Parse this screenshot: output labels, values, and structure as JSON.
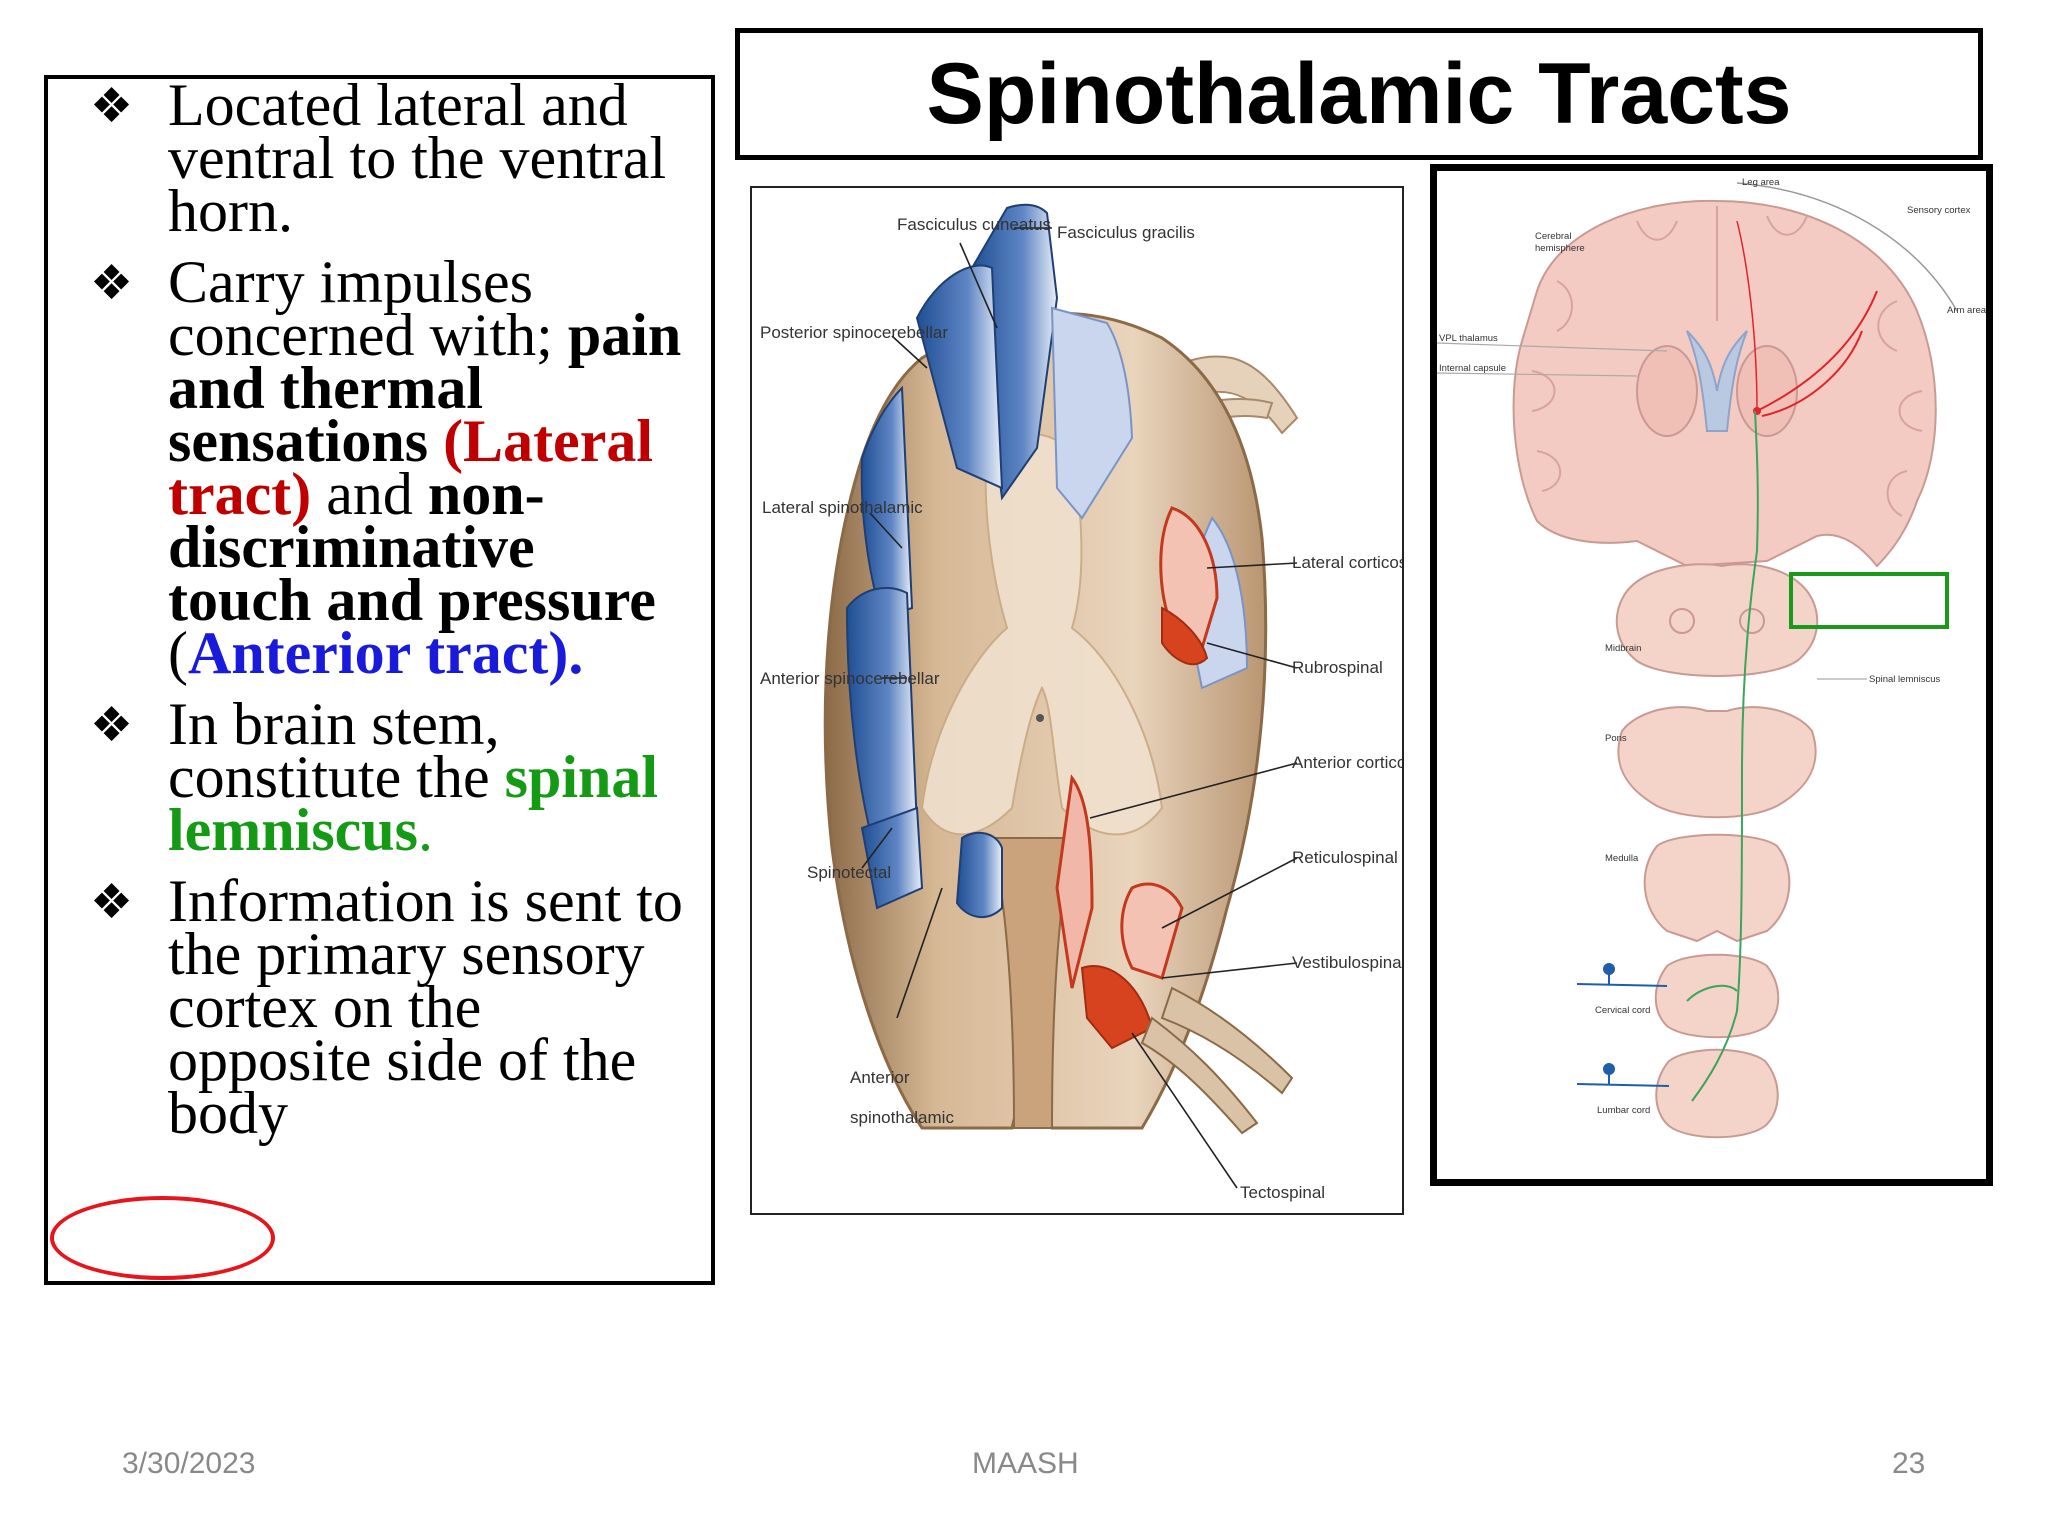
{
  "title": "Spinothalamic Tracts",
  "bullets": [
    {
      "segments": [
        {
          "text": "Located lateral and ventral to the ventral horn.",
          "style": "normal"
        }
      ]
    },
    {
      "segments": [
        {
          "text": "Carry impulses concerned with; ",
          "style": "normal"
        },
        {
          "text": "pain and thermal sensations ",
          "style": "bold"
        },
        {
          "text": "(Lateral tract)",
          "style": "bold-red"
        },
        {
          "text": " and ",
          "style": "normal"
        },
        {
          "text": "non-discriminative touch and pressure ",
          "style": "bold"
        },
        {
          "text": "(",
          "style": "normal"
        },
        {
          "text": "Anterior tract).",
          "style": "bold-blue"
        }
      ]
    },
    {
      "segments": [
        {
          "text": "In brain stem, constitute the ",
          "style": "normal"
        },
        {
          "text": "spinal lemniscus",
          "style": "bold-green"
        },
        {
          "text": ".",
          "style": "green"
        }
      ]
    },
    {
      "segments": [
        {
          "text": "Information is sent to the primary sensory cortex on the opposite side of the body",
          "style": "normal"
        }
      ]
    }
  ],
  "bullet_symbol": "❖",
  "spinal_cord_labels": {
    "fasciculus_cuneatus": "Fasciculus cuneatus",
    "fasciculus_gracilis": "Fasciculus gracilis",
    "posterior_spinocerebellar": "Posterior spinocerebellar",
    "lateral_spinothalamic": "Lateral spinothalamic",
    "anterior_spinocerebellar": "Anterior spinocerebellar",
    "spinotectal": "Spinotectal",
    "anterior_spinothalamic_1": "Anterior",
    "anterior_spinothalamic_2": "spinothalamic",
    "lateral_corticospinal": "Lateral corticospinal",
    "rubrospinal": "Rubrospinal",
    "anterior_corticospinal": "Anterior corticospinal",
    "reticulospinal": "Reticulospinal",
    "vestibulospinal": "Vestibulospinal",
    "tectospinal": "Tectospinal"
  },
  "pathway_labels": {
    "leg_area": "Leg area",
    "sensory_cortex": "Sensory cortex",
    "arm_area": "Arm area",
    "cerebral_hemisphere_1": "Cerebral",
    "cerebral_hemisphere_2": "hemisphere",
    "vpl_thalamus": "VPL thalamus",
    "internal_capsule": "Internal capsule",
    "midbrain": "Midbrain",
    "spinal_lemniscus": "Spinal lemniscus",
    "pons": "Pons",
    "medulla": "Medulla",
    "cervical_cord": "Cervical cord",
    "lumbar_cord": "Lumbar cord"
  },
  "footer": {
    "date": "3/30/2023",
    "author": "MAASH",
    "page": "23"
  },
  "colors": {
    "lateral_tract": "#c00000",
    "anterior_tract": "#1a1adb",
    "spinal_lemniscus": "#159a15",
    "annotation_ellipse": "#e8141c",
    "annotation_box": "#1a9a1a"
  }
}
